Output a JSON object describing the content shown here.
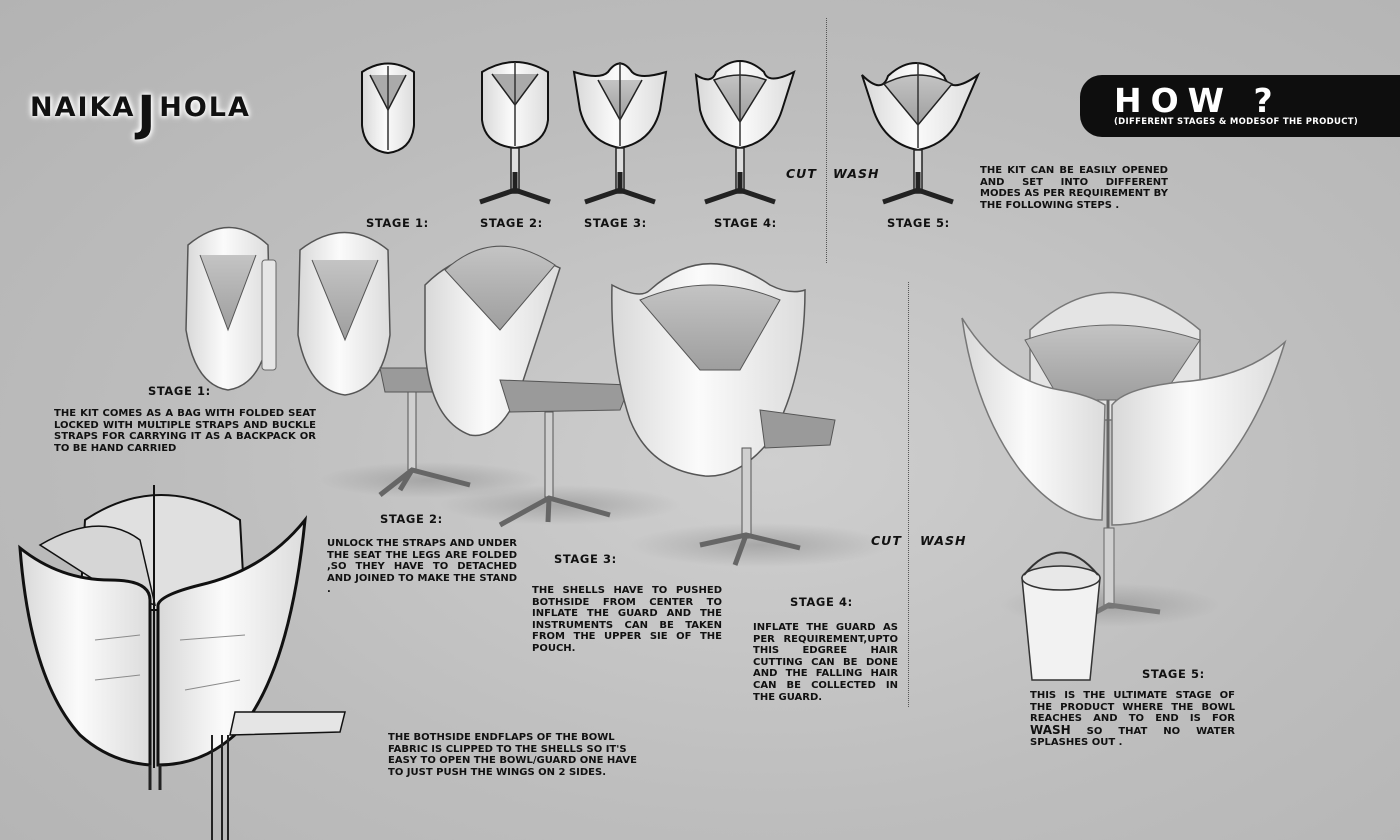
{
  "logo": {
    "part1": "NAIKA",
    "part2": "J",
    "part3": "HOLA"
  },
  "how": {
    "title": "HOW ?",
    "subtitle": "(DIFFERENT STAGES & MODESOF THE PRODUCT)"
  },
  "top_stages": [
    "STAGE 1:",
    "STAGE 2:",
    "STAGE 3:",
    "STAGE 4:",
    "STAGE 5:"
  ],
  "top_modes": {
    "cut": "CUT",
    "wash": "WASH"
  },
  "intro_text": "THE KIT CAN BE EASILY OPENED AND SET INTO DIFFERENT MODES AS PER REQUIREMENT BY THE FOLLOWING STEPS .",
  "stages": [
    {
      "label": "STAGE 1:",
      "text": "THE KIT COMES AS A BAG WITH FOLDED SEAT LOCKED WITH MULTIPLE STRAPS AND BUCKLE STRAPS FOR CARRYING IT AS A BACKPACK OR TO BE HAND CARRIED"
    },
    {
      "label": "STAGE 2:",
      "text": "UNLOCK THE STRAPS AND UNDER THE SEAT THE LEGS ARE FOLDED ,SO THEY HAVE TO DETACHED AND JOINED TO MAKE THE STAND ."
    },
    {
      "label": "STAGE 3:",
      "text": "THE SHELLS HAVE TO PUSHED BOTHSIDE FROM CENTER TO INFLATE THE GUARD AND THE INSTRUMENTS CAN BE TAKEN FROM THE UPPER SIE OF THE POUCH."
    },
    {
      "label": "STAGE 4:",
      "text": "INFLATE THE GUARD AS PER REQUIREMENT,UPTO THIS EDGREE HAIR CUTTING CAN BE DONE AND THE FALLING HAIR CAN BE COLLECTED IN THE GUARD."
    },
    {
      "label": "STAGE 5:",
      "text_before": "THIS IS THE ULTIMATE STAGE OF THE PRODUCT WHERE THE BOWL REACHES AND TO END IS FOR ",
      "text_bold": "WASH",
      "text_after": " SO THAT NO WATER SPLASHES OUT ."
    }
  ],
  "bottom_modes": {
    "cut": "CUT",
    "wash": "WASH"
  },
  "flaps_text": "THE BOTHSIDE ENDFLAPS OF THE BOWL FABRIC IS CLIPPED TO THE SHELLS SO IT'S EASY TO OPEN THE BOWL/GUARD ONE HAVE TO JUST PUSH THE WINGS ON 2 SIDES."
}
